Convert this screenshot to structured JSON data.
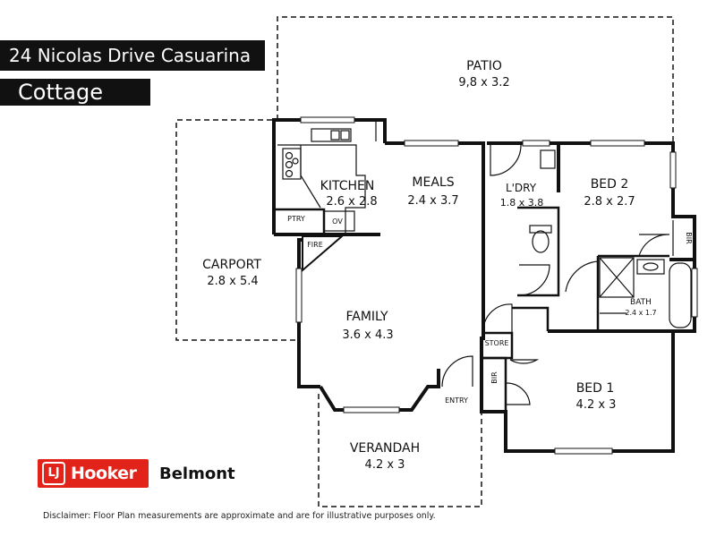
{
  "header": {
    "address": "24 Nicolas Drive Casuarina",
    "property_type": "Cottage"
  },
  "rooms": {
    "patio": {
      "name": "PATIO",
      "size": "9,8 x 3.2"
    },
    "kitchen": {
      "name": "KITCHEN",
      "size": "2.6 x 2.8"
    },
    "meals": {
      "name": "MEALS",
      "size": "2.4 x 3.7"
    },
    "laundry": {
      "name": "L'DRY",
      "size": "1.8 x 3.8"
    },
    "bed2": {
      "name": "BED 2",
      "size": "2.8 x 2.7"
    },
    "carport": {
      "name": "CARPORT",
      "size": "2.8 x 5.4"
    },
    "family": {
      "name": "FAMILY",
      "size": "3.6 x 4.3"
    },
    "bath": {
      "name": "BATH",
      "size": "2.4 x 1.7"
    },
    "bed1": {
      "name": "BED 1",
      "size": "4.2 x 3"
    },
    "verandah": {
      "name": "VERANDAH",
      "size": "4.2 x 3"
    }
  },
  "labels": {
    "pantry": "PTRY",
    "oven": "OV",
    "fire": "FIRE",
    "bir_bed2": "BIR",
    "store": "STORE",
    "bir_bed1": "BIR",
    "entry": "ENTRY"
  },
  "branding": {
    "logo_mark": "LJ",
    "logo_text": "Hooker",
    "office": "Belmont",
    "brand_color": "#e2231a"
  },
  "disclaimer": "Disclaimer: Floor Plan measurements are approximate and are for illustrative purposes only."
}
